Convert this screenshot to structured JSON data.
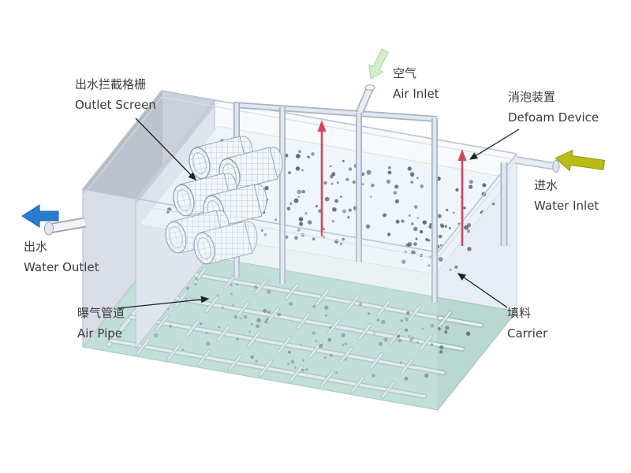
{
  "diagram": {
    "labels": {
      "outlet_screen": {
        "zh": "出水拦截格栅",
        "en": "Outlet Screen"
      },
      "air_inlet": {
        "zh": "空气",
        "en": "Air Inlet"
      },
      "defoam_device": {
        "zh": "消泡装置",
        "en": "Defoam Device"
      },
      "water_inlet": {
        "zh": "进水",
        "en": "Water Inlet"
      },
      "water_outlet": {
        "zh": "出水",
        "en": "Water Outlet"
      },
      "air_pipe": {
        "zh": "曝气管道",
        "en": "Air Pipe"
      },
      "carrier": {
        "zh": "填料",
        "en": "Carrier"
      }
    },
    "colors": {
      "water_outlet_arrow": "#2a7cd0",
      "water_inlet_arrow": "#b9bd12",
      "air_inlet_arrow": "#d4edcc",
      "defoam_device": "#d6455f",
      "carrier_dot": "#5a6470",
      "tank_bottom": "#b4d7cf",
      "tank_wall": "#d7dfea"
    }
  }
}
